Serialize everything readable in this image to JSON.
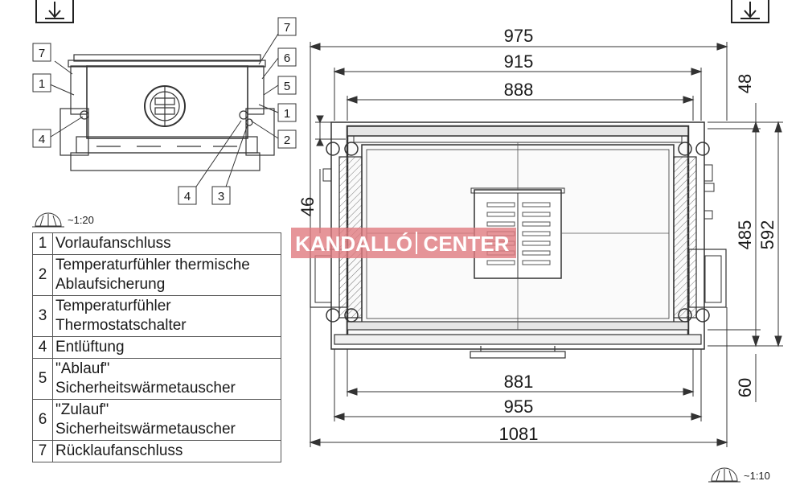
{
  "scale_small": "~1:20",
  "scale_large": "~1:10",
  "watermark": {
    "left": "KANDALLÓ",
    "right": "CENTER"
  },
  "callouts": {
    "c7a": "7",
    "c1a": "1",
    "c4a": "4",
    "c7b": "7",
    "c6": "6",
    "c5": "5",
    "c1b": "1",
    "c2": "2",
    "c4b": "4",
    "c3": "3"
  },
  "dimensions": {
    "d975": "975",
    "d915": "915",
    "d888": "888",
    "d48": "48",
    "d46": "46",
    "d485": "485",
    "d592": "592",
    "d881": "881",
    "d955": "955",
    "d1081": "1081",
    "d60": "60"
  },
  "legend": [
    {
      "num": "1",
      "label": "Vorlaufanschluss"
    },
    {
      "num": "2",
      "label": "Temperaturfühler thermische Ablaufsicherung"
    },
    {
      "num": "3",
      "label": "Temperaturfühler Thermostatschalter"
    },
    {
      "num": "4",
      "label": "Entlüftung"
    },
    {
      "num": "5",
      "label": "\"Ablauf\" Sicherheitswärmetauscher"
    },
    {
      "num": "6",
      "label": "\"Zulauf\" Sicherheitswärmetauscher"
    },
    {
      "num": "7",
      "label": "Rücklaufanschluss"
    }
  ]
}
